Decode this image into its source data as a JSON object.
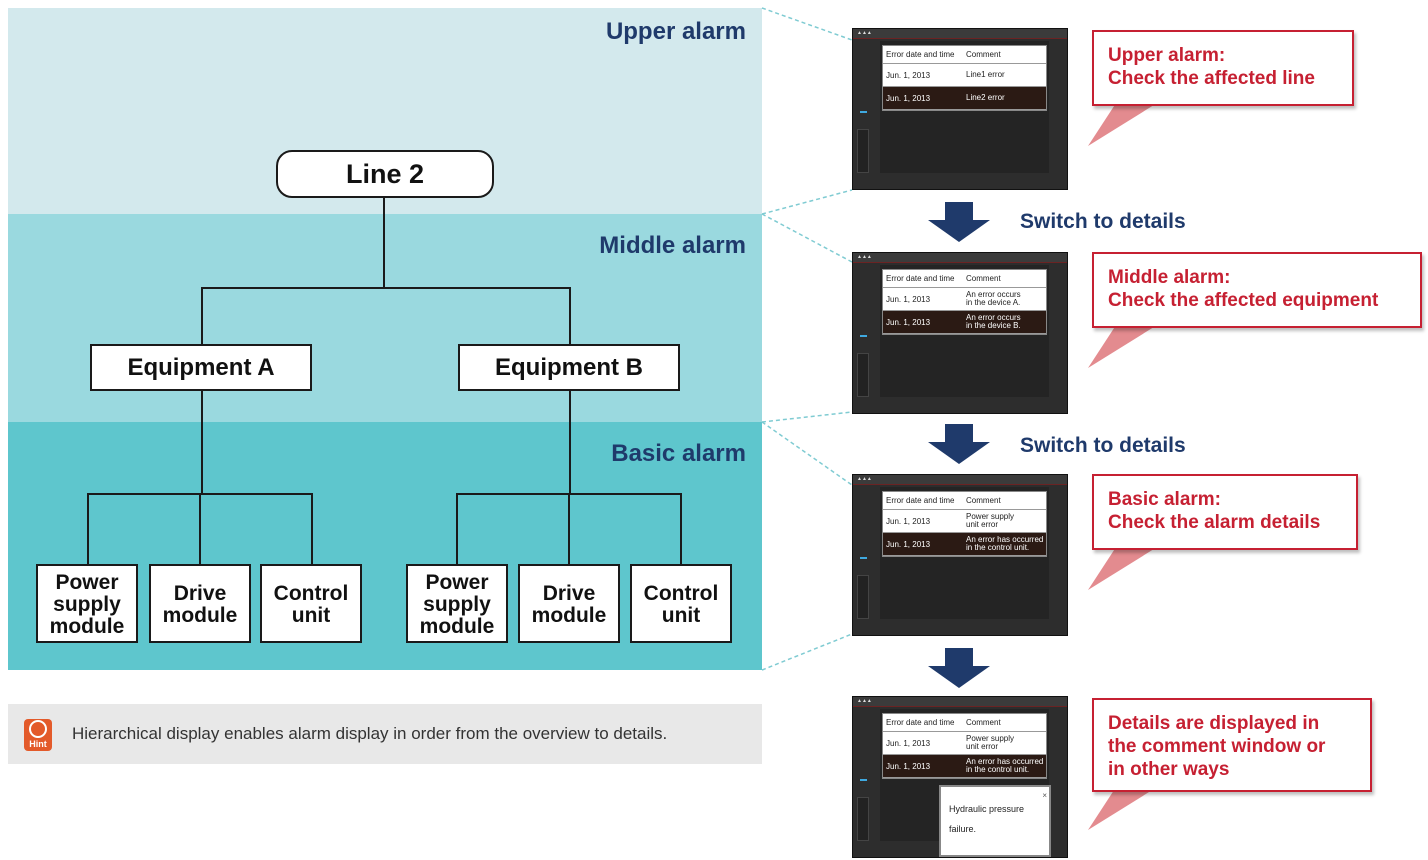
{
  "bands": {
    "upper": "Upper alarm",
    "middle": "Middle alarm",
    "basic": "Basic alarm"
  },
  "tree": {
    "root": "Line 2",
    "equipment_a": "Equipment A",
    "equipment_b": "Equipment B",
    "leaves_a": [
      "Power\nsupply\nmodule",
      "Drive\nmodule",
      "Control\nunit"
    ],
    "leaves_b": [
      "Power\nsupply\nmodule",
      "Drive\nmodule",
      "Control\nunit"
    ]
  },
  "hint": {
    "icon_label": "Hint",
    "text": "Hierarchical display enables alarm display in order from the overview to details."
  },
  "screens": {
    "header": {
      "date_col": "Error date and time",
      "comment_col": "Comment"
    },
    "upper_rows": [
      {
        "date": "Jun. 1, 2013",
        "comment": "Line1 error"
      },
      {
        "date": "Jun. 1, 2013",
        "comment": "Line2 error"
      }
    ],
    "middle_rows": [
      {
        "date": "Jun. 1, 2013",
        "comment": "An error occurs\nin the device A."
      },
      {
        "date": "Jun. 1, 2013",
        "comment": "An error occurs\nin the device B."
      }
    ],
    "basic_rows": [
      {
        "date": "Jun. 1, 2013",
        "comment": "Power supply\nunit error"
      },
      {
        "date": "Jun. 1, 2013",
        "comment": "An error has occurred\nin the control unit."
      }
    ],
    "comment_window": {
      "line1": "Hydraulic pressure",
      "line2": "failure.",
      "close": "×"
    }
  },
  "switch_labels": [
    "Switch to details",
    "Switch to details"
  ],
  "callouts": {
    "upper": "Upper alarm:\nCheck the affected line",
    "middle": "Middle alarm:\nCheck the affected equipment",
    "basic": "Basic alarm:\nCheck the alarm details",
    "details": "Details are displayed in\nthe comment window or\nin other ways"
  },
  "colors": {
    "band_upper": "#d3e9ed",
    "band_middle": "#9ad9df",
    "band_basic": "#5ec6cd",
    "accent_navy": "#1f3a6b",
    "callout_red": "#c62032"
  }
}
